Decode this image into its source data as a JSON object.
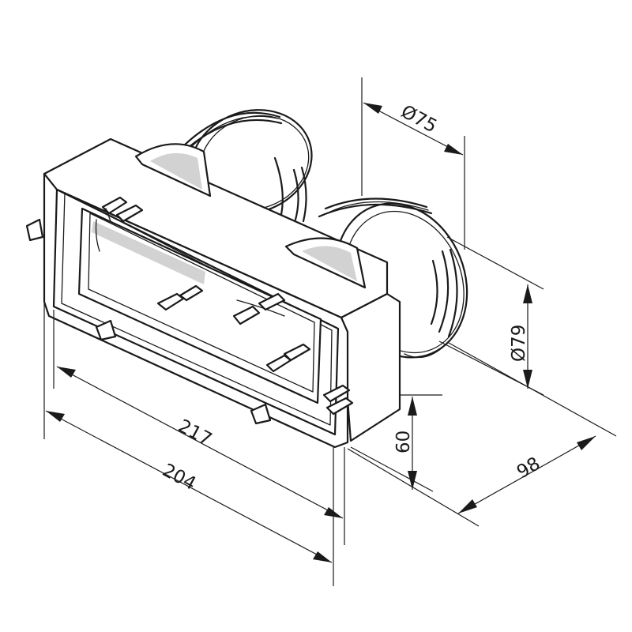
{
  "dimensions": {
    "outer_diameter": "Ø79",
    "inner_diameter": "Ø75",
    "height": "60",
    "depth": "98",
    "flange_width": "217",
    "body_width": "204"
  }
}
